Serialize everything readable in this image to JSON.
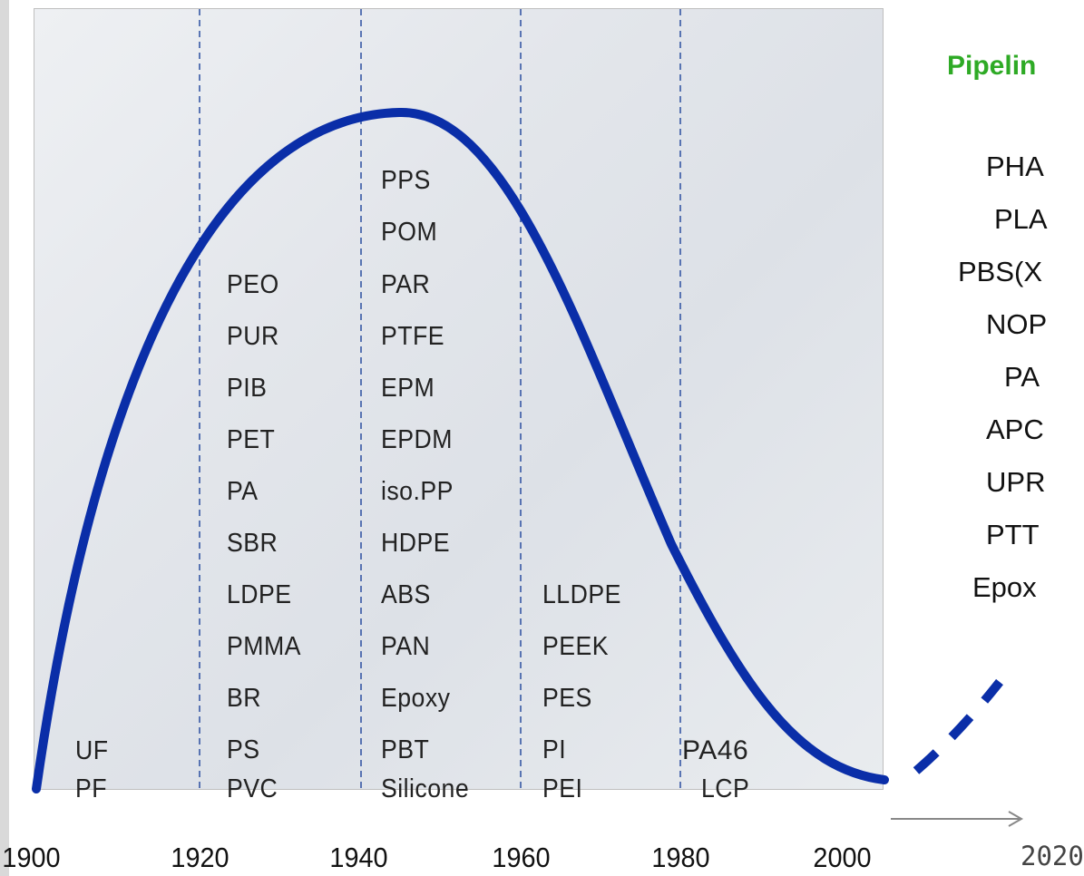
{
  "diagram": {
    "columns": [
      {
        "id": "c1900",
        "items": [
          "UF",
          "PF"
        ]
      },
      {
        "id": "c1920",
        "items": [
          "PEO",
          "PUR",
          "PIB",
          "PET",
          "PA",
          "SBR",
          "LDPE",
          "PMMA",
          "BR",
          "PS",
          "PVC"
        ]
      },
      {
        "id": "c1940",
        "items": [
          "PPS",
          "POM",
          "PAR",
          "PTFE",
          "EPM",
          "EPDM",
          "iso.PP",
          "HDPE",
          "ABS",
          "PAN",
          "Epoxy",
          "PBT",
          "Silicone"
        ]
      },
      {
        "id": "c1960",
        "items": [
          "LLDPE",
          "PEEK",
          "PES",
          "PI",
          "PEI"
        ]
      },
      {
        "id": "c1980",
        "items": [
          "PA46",
          "LCP"
        ]
      }
    ],
    "x_axis": {
      "ticks": [
        "1900",
        "1920",
        "1940",
        "1960",
        "1980",
        "2000"
      ],
      "extension_label": "2020"
    },
    "pipeline": {
      "title": "Pipelin",
      "items": [
        "PHA",
        "PLA",
        "PBS(X",
        "NOP",
        "PA",
        "APC",
        "UPR",
        "PTT",
        "Epox"
      ]
    },
    "colors": {
      "curve": "#0a2ea8",
      "gridlines": "#2b4ea0",
      "pipeline_title": "#2eaa25",
      "arrow": "#888888"
    }
  }
}
